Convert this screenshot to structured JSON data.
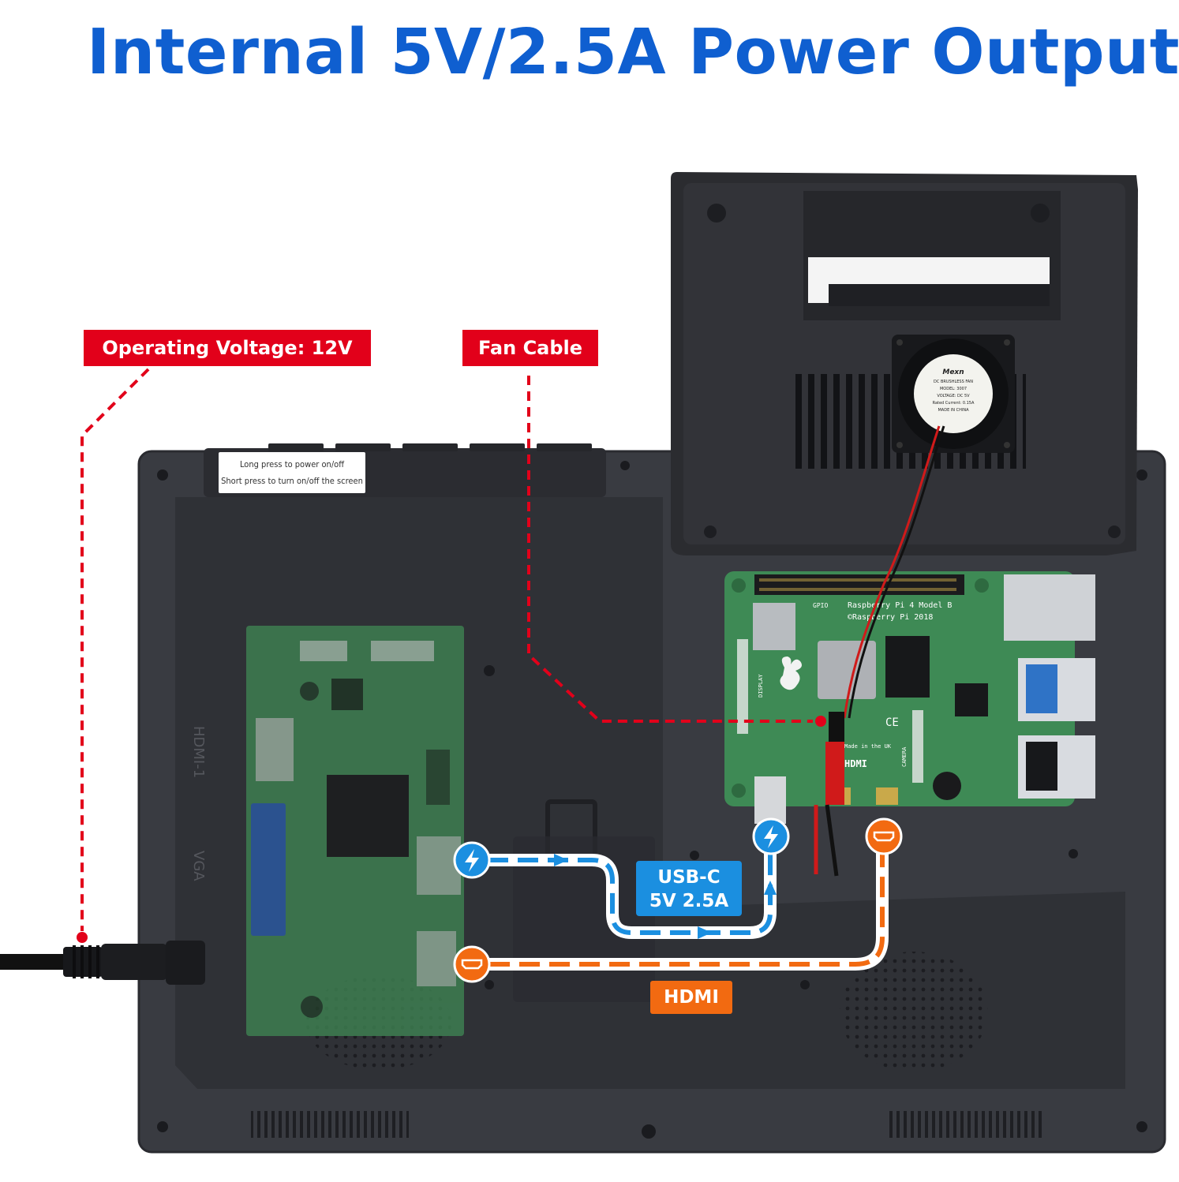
{
  "header": {
    "title": "Internal 5V/2.5A Power Output"
  },
  "callouts": {
    "operating_voltage": "Operating Voltage: 12V",
    "fan_cable": "Fan Cable",
    "usbc_line1": "USB-C",
    "usbc_line2": "5V 2.5A",
    "hdmi": "HDMI"
  },
  "sticker": {
    "line1": "Long press to power on/off",
    "line2": "Short press to turn on/off the screen"
  },
  "board": {
    "model": "Raspberry Pi 4 Model B",
    "copyright": "©Raspberry Pi 2018",
    "gpio": "GPIO",
    "made_in": "Made in the UK",
    "ce": "CE",
    "hdmi_mark": "HDMI",
    "camera": "CAMERA",
    "display": "DISPLAY"
  },
  "controller": {
    "hdmi_port": "HDMI-1",
    "vga_port": "VGA"
  },
  "fan": {
    "brand": "Mexn",
    "line1": "DC BRUSHLESS FAN",
    "line2": "MODEL: 3007",
    "line3": "VOLTAGE: DC 5V",
    "line4": "Rated Current: 0.15A",
    "line5": "MADE IN CHINA"
  },
  "colors": {
    "title": "#0f5fd0",
    "label_red": "#e2001a",
    "usbc_blue": "#1b8fe0",
    "hdmi_orange": "#f26a11",
    "housing": "#36383e",
    "pcb_green": "#3e8a55"
  }
}
